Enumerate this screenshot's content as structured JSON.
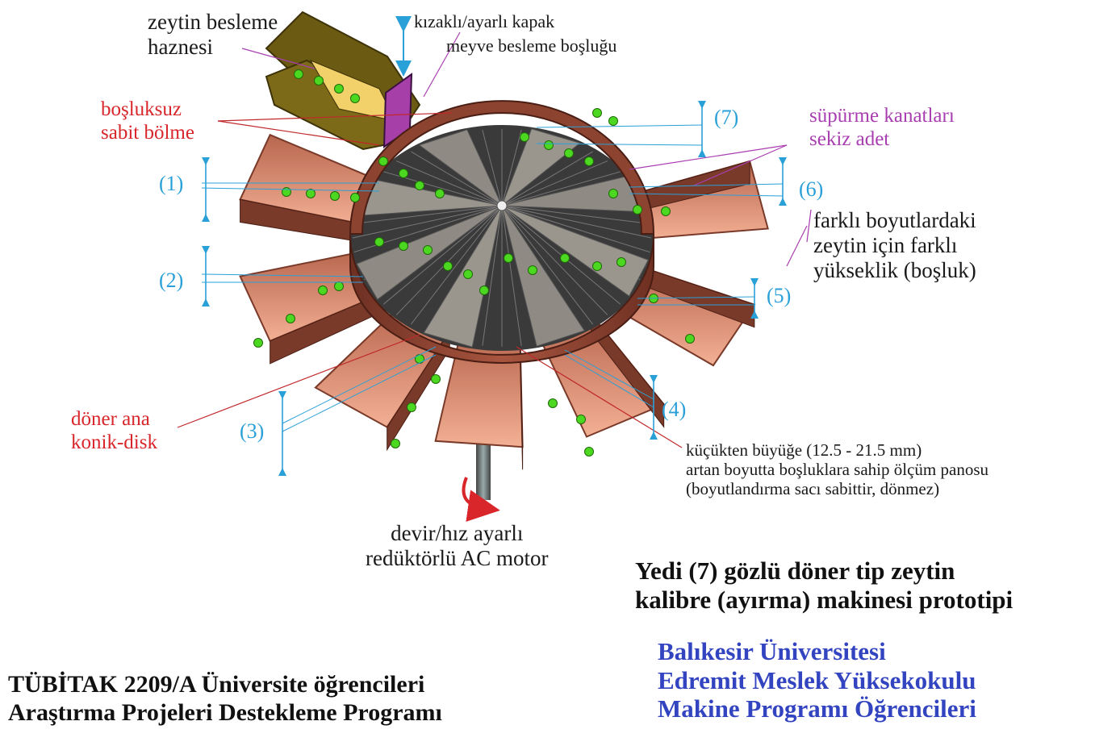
{
  "labels": {
    "hopper": [
      "zeytin besleme",
      "haznesi"
    ],
    "gate": "kızaklı/ayarlı kapak",
    "feed_gap": "meyve besleme boşluğu",
    "fixed_partition": [
      "boşluksuz",
      "sabit bölme"
    ],
    "sweep_blades": [
      "süpürme kanatları",
      "sekiz adet"
    ],
    "heights": [
      "farklı boyutlardaki",
      "zeytin için farklı",
      "yükseklik (boşluk)"
    ],
    "disk": [
      "döner ana",
      "konik-disk"
    ],
    "panel": [
      "küçükten büyüğe (12.5 - 21.5 mm)",
      "artan boyutta boşluklara sahip  ölçüm panosu",
      "(boyutlandırma sacı sabittir, dönmez)"
    ],
    "motor": [
      "devir/hız ayarlı",
      "redüktörlü AC motor"
    ],
    "title": [
      "Yedi (7) gözlü döner tip zeytin",
      "kalibre (ayırma) makinesi prototipi"
    ],
    "university": [
      "Balıkesir Üniversitesi",
      "Edremit Meslek Yüksekokulu",
      "Makine Programı Öğrencileri"
    ],
    "program": [
      "TÜBİTAK 2209/A Üniversite öğrencileri",
      "Araştırma Projeleri Destekleme Programı"
    ]
  },
  "gauges": [
    "(1)",
    "(2)",
    "(3)",
    "(4)",
    "(5)",
    "(6)",
    "(7)"
  ],
  "colors": {
    "chute_dark": "#7a3a2a",
    "chute_mid": "#a85a44",
    "chute_light": "#f0a58a",
    "ring": "#9a4a38",
    "blade": "#9a968e",
    "hopper": "#6b5a12",
    "gate": "#a63fa8",
    "olive": "#4cd820",
    "dim_blue": "#2aa0d8",
    "leader_red": "#c0282b",
    "leader_purple": "#a83eb0"
  }
}
